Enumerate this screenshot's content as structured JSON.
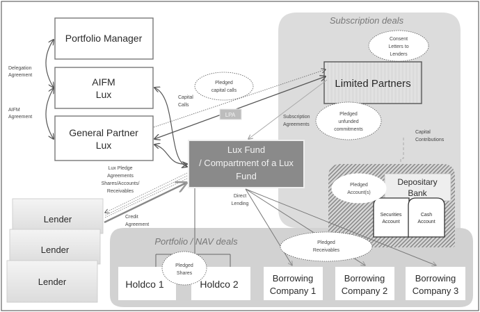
{
  "regions": {
    "subscription": "Subscription deals",
    "portfolio": "Portfolio / NAV deals"
  },
  "entities": {
    "portfolio_manager": "Portfolio Manager",
    "aifm": [
      "AIFM",
      "Lux"
    ],
    "general_partner": [
      "General Partner",
      "Lux"
    ],
    "lux_fund": [
      "Lux Fund",
      "/ Compartment of a Lux",
      "Fund"
    ],
    "limited_partners": "Limited Partners",
    "depositary_bank": [
      "Depositary",
      "Bank"
    ],
    "securities_account": [
      "Securities",
      "Account"
    ],
    "cash_account": [
      "Cash",
      "Account"
    ],
    "lenders": [
      "Lender",
      "Lender",
      "Lender"
    ],
    "holdco1": "Holdco 1",
    "holdco2": "Holdco 2",
    "borrowing": [
      [
        "Borrowing",
        "Company 1"
      ],
      [
        "Borrowing",
        "Company 2"
      ],
      [
        "Borrowing",
        "Company 3"
      ]
    ]
  },
  "ovals": {
    "pledged_capital_calls": [
      "Pledged",
      "capital calls"
    ],
    "consent_letters": [
      "Consent",
      "Letters to",
      "Lenders"
    ],
    "pledged_unfunded": [
      "Pledged",
      "unfunded",
      "commitments"
    ],
    "pledged_accounts": [
      "Pledged",
      "Account(s)"
    ],
    "pledged_receivables": [
      "Pledged",
      "Receivables"
    ],
    "pledged_shares": [
      "Pledged",
      "Shares"
    ]
  },
  "labels": {
    "delegation": [
      "Delegation",
      "Agreement"
    ],
    "aifm_agreement": [
      "AIFM",
      "Agreement"
    ],
    "capital_calls": [
      "Capital",
      "Calls"
    ],
    "lpa": "LPA",
    "subscription_agreements": [
      "Subscription",
      "Agreements"
    ],
    "capital_contributions": [
      "Capital",
      "Contributions"
    ],
    "lux_pledge": [
      "Lux Pledge",
      "Agreements",
      "Shares/Accounts/",
      "Receivables"
    ],
    "credit_agreement": [
      "Credit",
      "Agreement"
    ],
    "direct_lending": [
      "Direct",
      "Lending"
    ]
  }
}
